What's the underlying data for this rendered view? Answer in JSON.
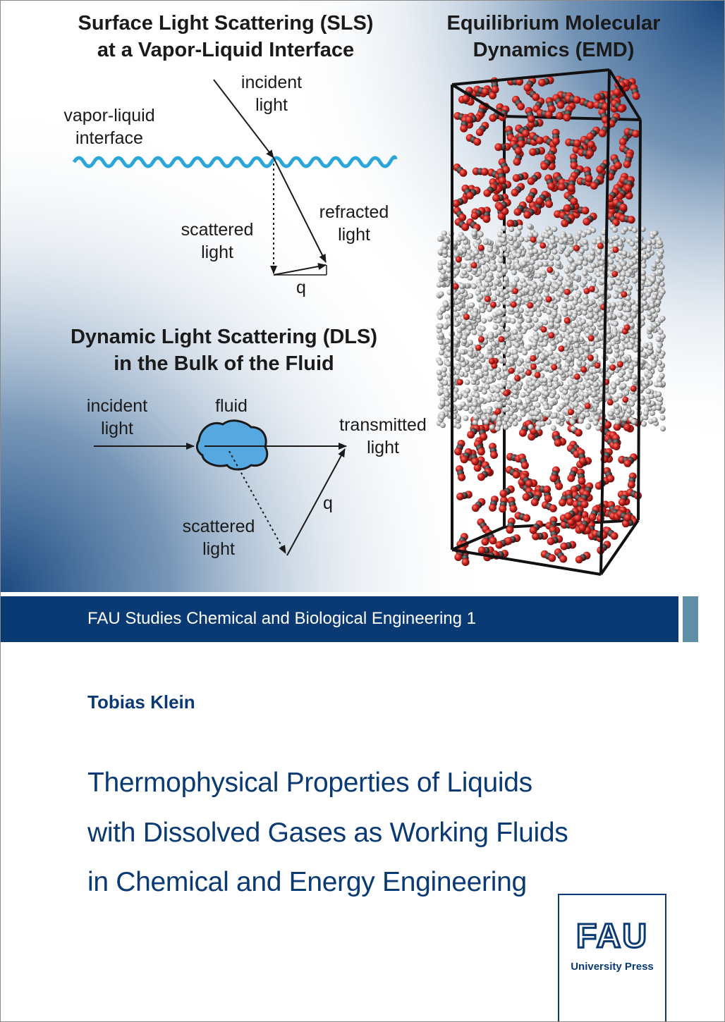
{
  "sls": {
    "title_line1": "Surface Light Scattering (SLS)",
    "title_line2": "at a Vapor-Liquid Interface",
    "interface_label_line1": "vapor-liquid",
    "interface_label_line2": "interface",
    "incident_label_line1": "incident",
    "incident_label_line2": "light",
    "refracted_label_line1": "refracted",
    "refracted_label_line2": "light",
    "scattered_label_line1": "scattered",
    "scattered_label_line2": "light",
    "q_label": "q"
  },
  "emd": {
    "title_line1": "Equilibrium Molecular",
    "title_line2": "Dynamics (EMD)"
  },
  "dls": {
    "title_line1": "Dynamic Light Scattering (DLS)",
    "title_line2": "in the Bulk of the Fluid",
    "incident_label_line1": "incident",
    "incident_label_line2": "light",
    "fluid_label": "fluid",
    "transmitted_label_line1": "transmitted",
    "transmitted_label_line2": "light",
    "scattered_label_line1": "scattered",
    "scattered_label_line2": "light",
    "q_label": "q"
  },
  "series": {
    "text": "FAU Studies Chemical and Biological Engineering  1"
  },
  "author": "Tobias Klein",
  "book_title": {
    "line1": "Thermophysical Properties of Liquids",
    "line2": "with Dissolved Gases as Working Fluids",
    "line3": "in Chemical and Energy Engineering"
  },
  "publisher": {
    "logo_text": "FAU",
    "name": "University Press"
  },
  "colors": {
    "navy": "#0a3a73",
    "accent": "#5f8fa6",
    "wave": "#2aa6d8",
    "fluid_fill": "#55a8e0",
    "atom_red": "#c8201c",
    "atom_gray": "#d0d0d0"
  }
}
